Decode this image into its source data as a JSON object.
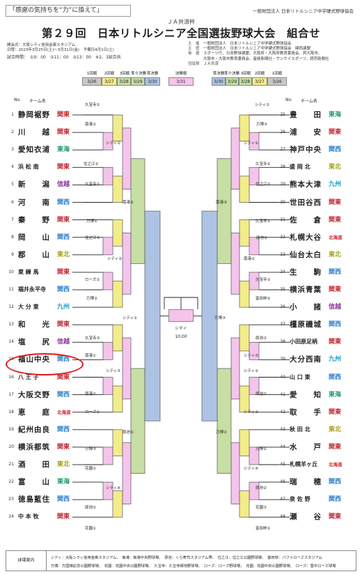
{
  "header": {
    "slogan": "「感謝の気持ちを“力”に換えて」",
    "association": "一般財団法人 日本リトルシニア中学硬式野球協会",
    "sponsor_line": "ＪＡ共済杯",
    "title": "第２９回　日本リトルシニア全国選抜野球大会　組合せ"
  },
  "info_left": {
    "venue": "開会式：大阪シティ信用金庫スタジアム",
    "dates": "日程：2023年3月25日(土)～3月31日(金)　予備日4月1日(土)",
    "times": "試合時間：　①9：00　②11：00　③13：00　※2、3試合共"
  },
  "info_right": {
    "organizer_label": "主　催",
    "organizer": "一般財団法人　日本リトルシニア中学硬式野球協会",
    "management_label": "主　管",
    "management": "一般財団法人　日本リトルシニア中学硬式野球協会　関西連盟",
    "support_label": "後　援",
    "support1": "スポーツ庁、日本野球連盟、大阪府・大阪府教育委員会、貝大阪市、",
    "support2": "大阪市・大阪市教育委員会、産経新聞社・サンケイスポーツ、読売新聞社",
    "special_label": "冠協賛",
    "special": "ＪＡ共済"
  },
  "col_headers": {
    "no": "No.",
    "team": "チーム名",
    "no_r": "No.",
    "team_r": "チーム名"
  },
  "schedule": {
    "r1": "1回戦",
    "r2": "2回戦",
    "r3": "3回戦",
    "qf": "準々決勝",
    "sf": "準決勝",
    "final": "決勝戦",
    "d1": "3/26",
    "d2": "3/27",
    "d3": "3/28",
    "d4": "3/29",
    "d5": "3/30",
    "d6": "3/31",
    "rd5": "3/30",
    "rd4": "3/29",
    "rd3": "3/28",
    "rd2": "3/27",
    "rd1": "3/26"
  },
  "teams_left": [
    {
      "no": "1",
      "name": "静岡裾野",
      "region": "関東",
      "rc": "r-east"
    },
    {
      "no": "2",
      "name": "川　　越",
      "region": "関東",
      "rc": "r-east"
    },
    {
      "no": "3",
      "name": "愛知衣浦",
      "region": "東海",
      "rc": "r-tokai"
    },
    {
      "no": "4",
      "name": "浜 松 南",
      "region": "関東",
      "rc": "r-east"
    },
    {
      "no": "5",
      "name": "新　　潟",
      "region": "信越",
      "rc": "r-shinetsu"
    },
    {
      "no": "6",
      "name": "河　　南",
      "region": "関西",
      "rc": "r-kansai"
    },
    {
      "no": "7",
      "name": "秦　　野",
      "region": "関東",
      "rc": "r-east"
    },
    {
      "no": "8",
      "name": "岡　　山",
      "region": "関西",
      "rc": "r-kansai"
    },
    {
      "no": "9",
      "name": "郡　　山",
      "region": "東北",
      "rc": "r-tohoku"
    },
    {
      "no": "10",
      "name": "東 練 馬",
      "region": "関東",
      "rc": "r-east"
    },
    {
      "no": "11",
      "name": "福井永平寺",
      "region": "関西",
      "rc": "r-kansai"
    },
    {
      "no": "12",
      "name": "大 分 東",
      "region": "九州",
      "rc": "r-kyushu"
    },
    {
      "no": "13",
      "name": "和　　光",
      "region": "関東",
      "rc": "r-east"
    },
    {
      "no": "14",
      "name": "塩　　尻",
      "region": "信越",
      "rc": "r-shinetsu"
    },
    {
      "no": "15",
      "name": "福山中央",
      "region": "関西",
      "rc": "r-kansai"
    },
    {
      "no": "16",
      "name": "八 王 子",
      "region": "関東",
      "rc": "r-east"
    },
    {
      "no": "17",
      "name": "大阪交野",
      "region": "関西",
      "rc": "r-kansai"
    },
    {
      "no": "18",
      "name": "恵　　庭",
      "region": "北海道",
      "rc": "r-hokkaido"
    },
    {
      "no": "19",
      "name": "紀州由良",
      "region": "関西",
      "rc": "r-kansai"
    },
    {
      "no": "20",
      "name": "横浜都筑",
      "region": "関東",
      "rc": "r-east"
    },
    {
      "no": "21",
      "name": "酒　　田",
      "region": "東北",
      "rc": "r-tohoku"
    },
    {
      "no": "22",
      "name": "富　　山",
      "region": "東海",
      "rc": "r-tokai"
    },
    {
      "no": "23",
      "name": "徳島藍住",
      "region": "関西",
      "rc": "r-kansai"
    },
    {
      "no": "24",
      "name": "中 本 牧",
      "region": "関東",
      "rc": "r-east"
    }
  ],
  "teams_right": [
    {
      "no": "25",
      "name": "豊　　田",
      "region": "東海",
      "rc": "r-tokai"
    },
    {
      "no": "26",
      "name": "浦　　安",
      "region": "関東",
      "rc": "r-east"
    },
    {
      "no": "27",
      "name": "神戸中央",
      "region": "関西",
      "rc": "r-kansai"
    },
    {
      "no": "28",
      "name": "盛 岡 北",
      "region": "東北",
      "rc": "r-tohoku"
    },
    {
      "no": "29",
      "name": "熊本大津",
      "region": "九州",
      "rc": "r-kyushu"
    },
    {
      "no": "30",
      "name": "世田谷西",
      "region": "関東",
      "rc": "r-east"
    },
    {
      "no": "31",
      "name": "佐　　倉",
      "region": "関東",
      "rc": "r-east"
    },
    {
      "no": "32",
      "name": "札幌大谷",
      "region": "北海道",
      "rc": "r-hokkaido"
    },
    {
      "no": "33",
      "name": "仙台太白",
      "region": "東北",
      "rc": "r-tohoku"
    },
    {
      "no": "34",
      "name": "生　　駒",
      "region": "関西",
      "rc": "r-kansai"
    },
    {
      "no": "35",
      "name": "横浜青葉",
      "region": "関東",
      "rc": "r-east"
    },
    {
      "no": "36",
      "name": "小　　諸",
      "region": "信越",
      "rc": "r-shinetsu"
    },
    {
      "no": "37",
      "name": "橿原磯城",
      "region": "関西",
      "rc": "r-kansai"
    },
    {
      "no": "38",
      "name": "小田原足柄",
      "region": "関東",
      "rc": "r-east"
    },
    {
      "no": "39",
      "name": "大分西南",
      "region": "九州",
      "rc": "r-kyushu"
    },
    {
      "no": "40",
      "name": "山 口 東",
      "region": "関西",
      "rc": "r-kansai"
    },
    {
      "no": "41",
      "name": "愛　　知",
      "region": "東海",
      "rc": "r-tokai"
    },
    {
      "no": "42",
      "name": "取　　手",
      "region": "関東",
      "rc": "r-east"
    },
    {
      "no": "43",
      "name": "秋 田 北",
      "region": "東北",
      "rc": "r-tohoku"
    },
    {
      "no": "44",
      "name": "水　　戸",
      "region": "関東",
      "rc": "r-east"
    },
    {
      "no": "45",
      "name": "札幌羊ヶ丘",
      "region": "北海道",
      "rc": "r-hokkaido"
    },
    {
      "no": "46",
      "name": "瑞　　穂",
      "region": "関西",
      "rc": "r-kansai"
    },
    {
      "no": "47",
      "name": "泉 佐 野",
      "region": "関西",
      "rc": "r-kansai"
    },
    {
      "no": "48",
      "name": "瀬　　谷",
      "region": "関東",
      "rc": "r-east"
    }
  ],
  "venues_left": [
    "久宝寺①",
    "南港②",
    "シティ①",
    "住之江②",
    "久宝寺②",
    "南港②",
    "万博①",
    "住之江①",
    "シティ②",
    "ローズ②",
    "万博②",
    "久宝寺③",
    "南港①",
    "シティ③",
    "南港②",
    "ローズ①",
    "原池①",
    "万博③",
    "花園②",
    "シティ④",
    "原池②",
    "花園①",
    "シティ①",
    "シティ②"
  ],
  "venues_right": [
    "シティ②",
    "万博③",
    "シティ①",
    "久宝寺②",
    "住之江②",
    "南港③",
    "久宝寺①",
    "原池①",
    "南港①",
    "久宝寺①",
    "富田林②",
    "原池③",
    "シティ③",
    "シティ①",
    "原池②",
    "シティ②",
    "万博②",
    "万博①",
    "シティ④",
    "原池②",
    "花園③",
    "富田林①"
  ],
  "final": {
    "venue": "シティ",
    "time": "10:00"
  },
  "footer": {
    "caption": "球場案内",
    "line1": "シティ：大阪シティ信用金庫スタジアム、　南港：南港中央野球場、　原池：くら寿司スタジアム堺、　住之江：住之江公園野球場、　富田林：バファローズスタジアム",
    "line2": "万博：万国博記念公園野球場、　花園：花園中央公園野球場、　久宝寺：久宝寺緑地野球場、　ローズ：ローズ野球場、　花園：花園中央公園野球場、　ローズ：豊中ローズ球場"
  }
}
